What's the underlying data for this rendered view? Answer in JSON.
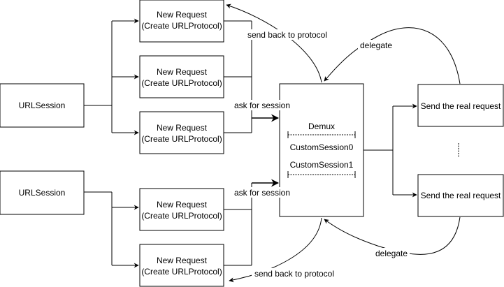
{
  "nodes": {
    "session_top": "URLSession",
    "session_bottom": "URLSession",
    "request_line1": "New Request",
    "request_line2": "(Create URLProtocol)",
    "demux": {
      "title": "Demux",
      "session0": "CustomSession0",
      "session1": "CustomSession1"
    },
    "send_top": "Send the real request",
    "send_bottom": "Send the real request"
  },
  "edges": {
    "send_back_top": "send back to protocol",
    "send_back_bottom": "send back to protocol",
    "ask_top": "ask for session",
    "ask_bottom": "ask for session",
    "delegate_top": "delegate",
    "delegate_bottom": "delegate"
  }
}
